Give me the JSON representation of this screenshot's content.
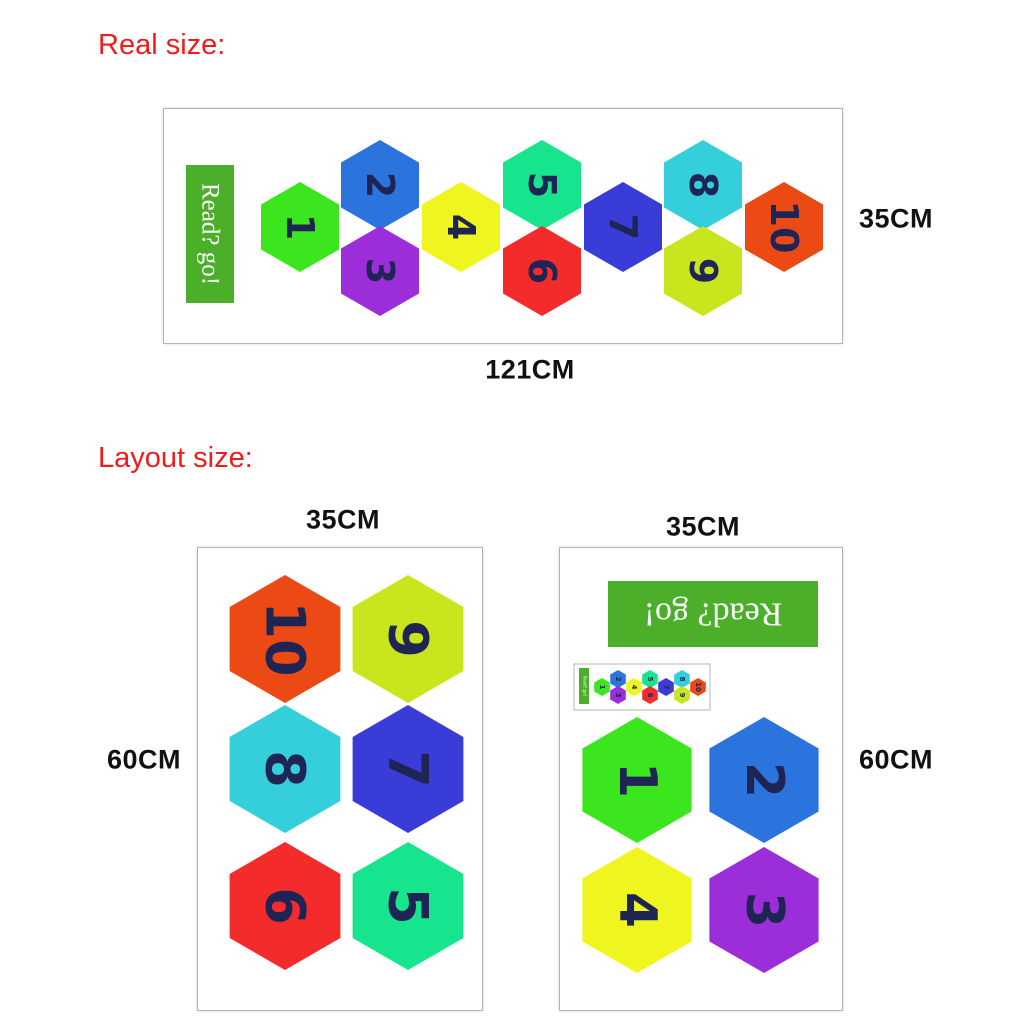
{
  "headings": {
    "real_size": "Real size:",
    "layout_size": "Layout size:"
  },
  "real": {
    "width_label": "121CM",
    "height_label": "35CM",
    "banner_text": "Read? go!",
    "banner_color": "#4caf2a",
    "hexagons": [
      {
        "number": "1",
        "color": "#3ce61e"
      },
      {
        "number": "2",
        "color": "#2b74dd"
      },
      {
        "number": "3",
        "color": "#9b2ed8"
      },
      {
        "number": "4",
        "color": "#eef51f"
      },
      {
        "number": "5",
        "color": "#16e58e"
      },
      {
        "number": "6",
        "color": "#f42b2b"
      },
      {
        "number": "7",
        "color": "#3a3cd8"
      },
      {
        "number": "8",
        "color": "#35cedb"
      },
      {
        "number": "9",
        "color": "#c9e51e"
      },
      {
        "number": "10",
        "color": "#ec4a14"
      }
    ]
  },
  "layout_left": {
    "width_label": "35CM",
    "height_label": "60CM",
    "hexagons": [
      {
        "number": "10",
        "color": "#ec4a14"
      },
      {
        "number": "9",
        "color": "#c9e51e"
      },
      {
        "number": "8",
        "color": "#35cedb"
      },
      {
        "number": "7",
        "color": "#3a3cd8"
      },
      {
        "number": "6",
        "color": "#f42b2b"
      },
      {
        "number": "5",
        "color": "#16e58e"
      }
    ]
  },
  "layout_right": {
    "width_label": "35CM",
    "height_label": "60CM",
    "banner_text": "Read? go!",
    "banner_color": "#4caf2a",
    "thumbnail_banner_text": "Read? go!",
    "hexagons": [
      {
        "number": "1",
        "color": "#3ce61e"
      },
      {
        "number": "2",
        "color": "#2b74dd"
      },
      {
        "number": "4",
        "color": "#eef51f"
      },
      {
        "number": "3",
        "color": "#9b2ed8"
      }
    ]
  }
}
